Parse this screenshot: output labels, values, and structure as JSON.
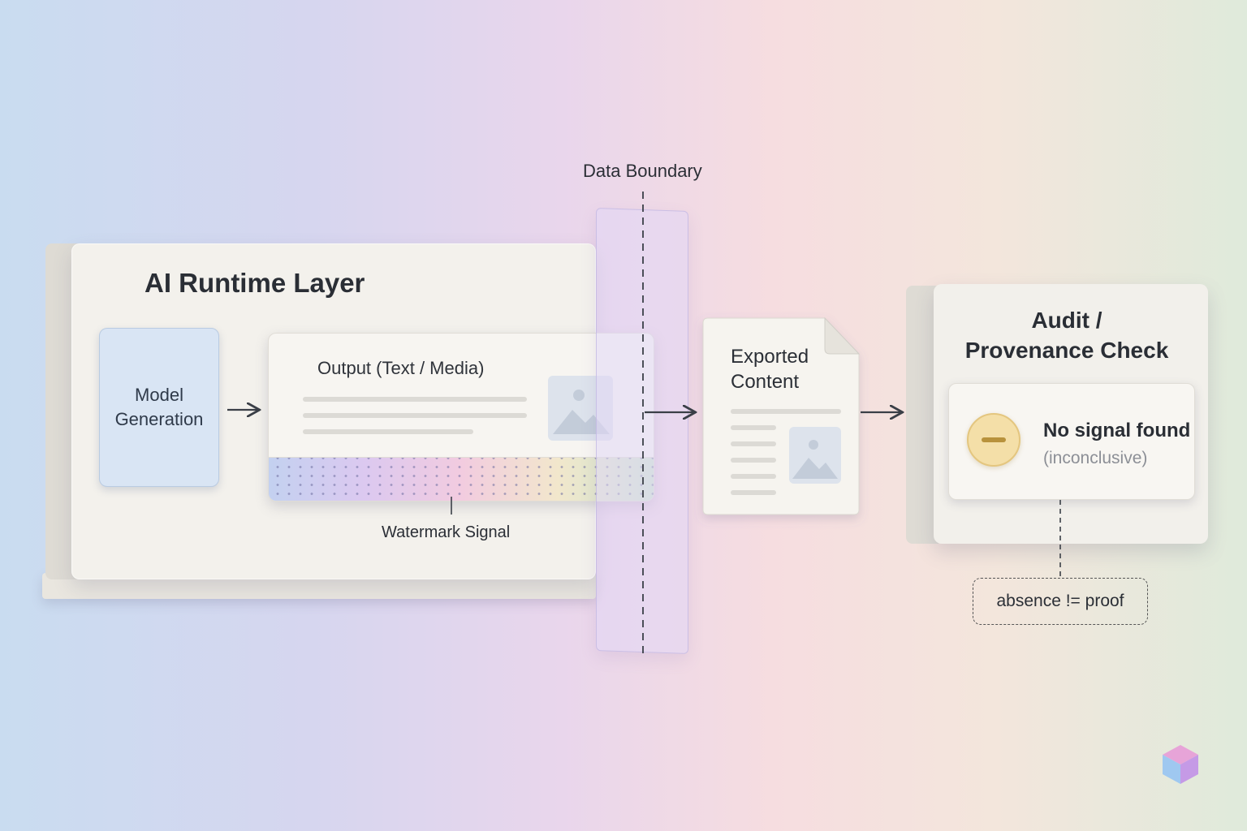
{
  "diagram": {
    "runtime_layer": {
      "title": "AI Runtime Layer"
    },
    "model_generation": {
      "label_line1": "Model",
      "label_line2": "Generation"
    },
    "output": {
      "title": "Output (Text / Media)"
    },
    "watermark": {
      "label": "Watermark Signal"
    },
    "boundary": {
      "label": "Data Boundary"
    },
    "exported": {
      "label_line1": "Exported",
      "label_line2": "Content"
    },
    "audit": {
      "title_line1": "Audit /",
      "title_line2": "Provenance Check",
      "result": "No signal found",
      "result_note": "(inconclusive)"
    },
    "note": "absence != proof",
    "colors": {
      "model_fill": "#d9e5f4",
      "status_fill": "#f4dfa8",
      "panel": "#f3f1ec",
      "arrow": "#3a3f47"
    }
  }
}
